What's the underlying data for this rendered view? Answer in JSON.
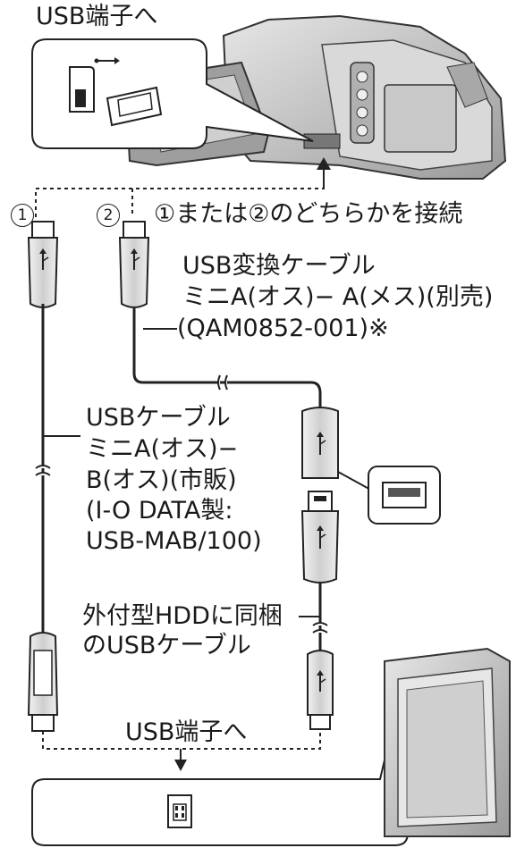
{
  "labels": {
    "top_usb_terminal": "USB端子へ",
    "bottom_usb_terminal": "USB端子へ",
    "connect_either": "①または②のどちらかを接続",
    "conv_cable_line1": "USB変換ケーブル",
    "conv_cable_line2": "ミニA(オス)− A(メス)(別売)",
    "conv_cable_line3": "(QAM0852-001)※",
    "usb_cable_line1": "USBケーブル",
    "usb_cable_line2": "ミニA(オス)−",
    "usb_cable_line3": "B(オス)(市販)",
    "usb_cable_line4": "(I-O DATA製:",
    "usb_cable_line5": "USB-MAB/100)",
    "hdd_cable_line1": "外付型HDDに同梱",
    "hdd_cable_line2": "のUSBケーブル"
  },
  "markers": {
    "route1": "1",
    "route2": "2"
  },
  "icons": [
    "usb-symbol-icon",
    "camera-icon",
    "hdd-icon",
    "arrow-down-icon"
  ],
  "colors": {
    "line": "#222222",
    "device_gray": "#bdbdbd",
    "device_light": "#e8e8e8"
  }
}
